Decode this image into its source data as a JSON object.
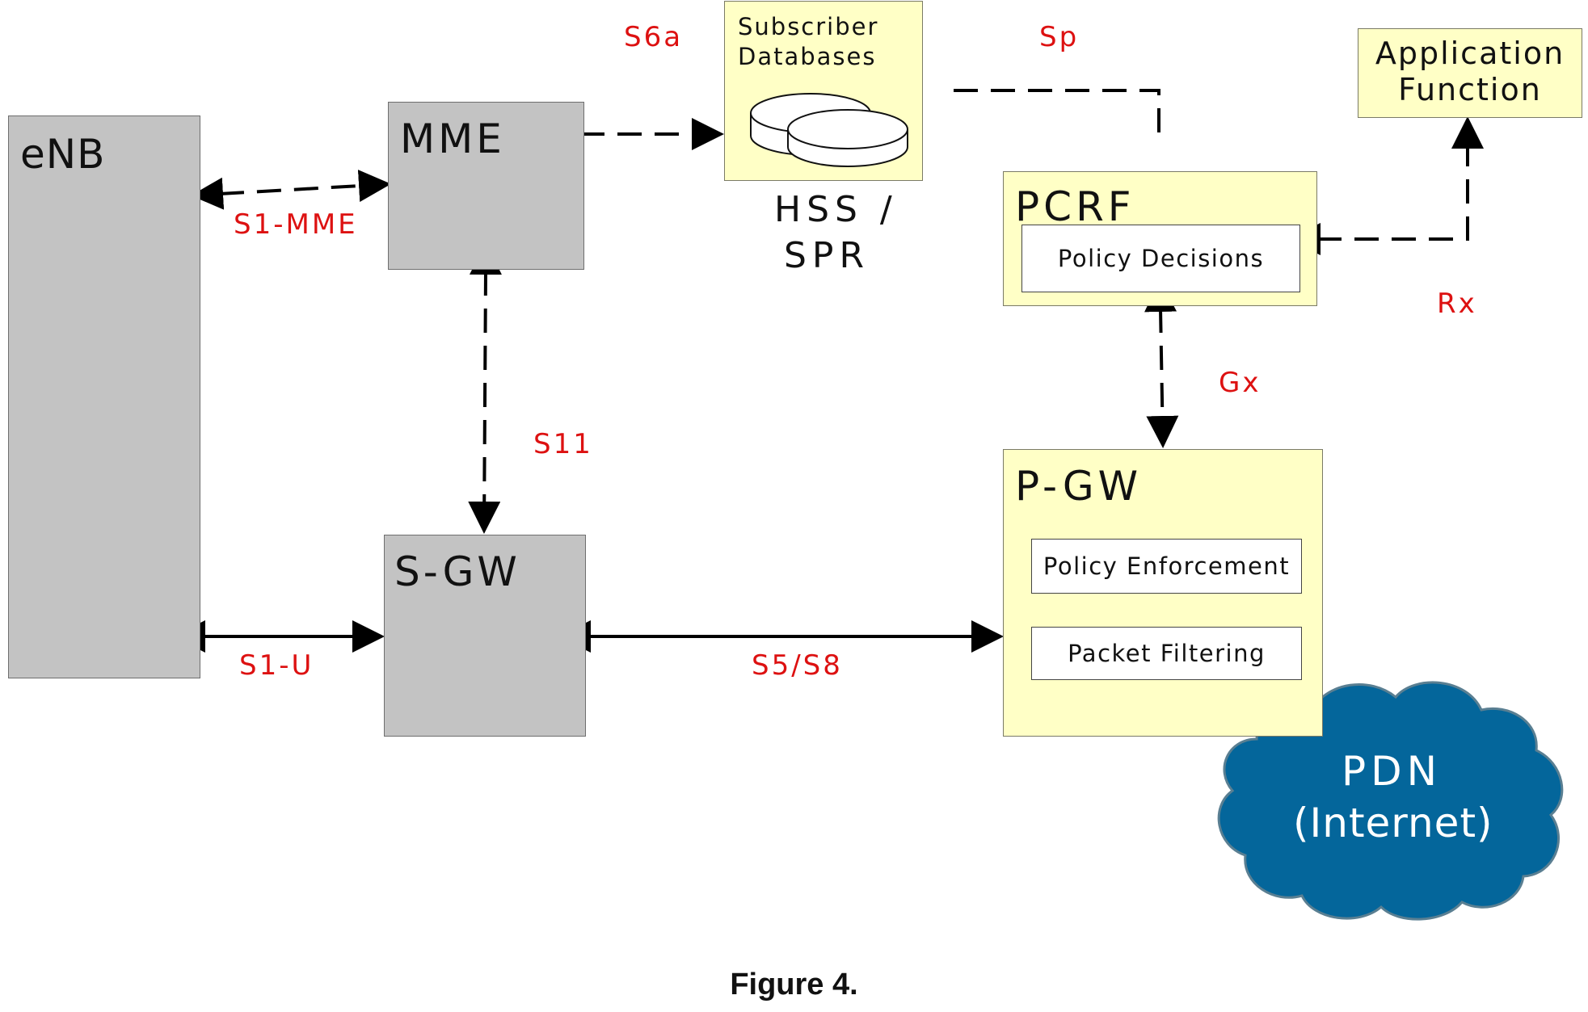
{
  "nodes": {
    "enb": "eNB",
    "mme": "MME",
    "sgw": "S-GW",
    "pgw": "P-GW",
    "pcrf": "PCRF",
    "hss_caption_line1": "Subscriber",
    "hss_caption_line2": "Databases",
    "hss_label_line1": "HSS /",
    "hss_label_line2": "SPR",
    "af_line1": "Application",
    "af_line2": "Function",
    "pdn_line1": "PDN",
    "pdn_line2": "(Internet)"
  },
  "functions": {
    "policy_decisions": "Policy Decisions",
    "policy_enforcement": "Policy Enforcement",
    "packet_filtering": "Packet Filtering"
  },
  "interfaces": {
    "s1_mme": "S1-MME",
    "s6a": "S6a",
    "sp": "Sp",
    "s11": "S11",
    "gx": "Gx",
    "rx": "Rx",
    "s1_u": "S1-U",
    "s5_s8": "S5/S8"
  },
  "colors": {
    "node_gray": "#c3c3c3",
    "node_yellow": "#ffffc6",
    "interface_label": "#dd1111",
    "pdn_cloud": "#04669b"
  },
  "caption": "Figure 4."
}
